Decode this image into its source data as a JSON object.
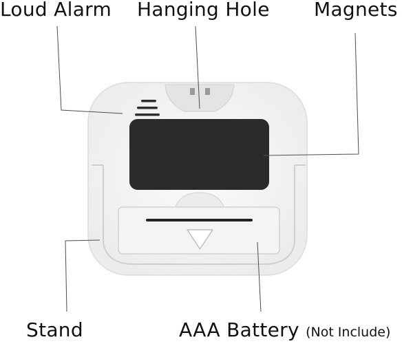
{
  "labels": {
    "loud_alarm": "Loud Alarm",
    "hanging_hole": "Hanging Hole",
    "magnets": "Magnets",
    "stand": "Stand",
    "aaa_battery": "AAA Battery",
    "not_include": "(Not Include)"
  },
  "colors": {
    "body": "#f6f6f6",
    "outline": "#d9d9d9",
    "panel": "#2b2b2b",
    "leader": "#4d4d4d",
    "text": "#111111"
  }
}
